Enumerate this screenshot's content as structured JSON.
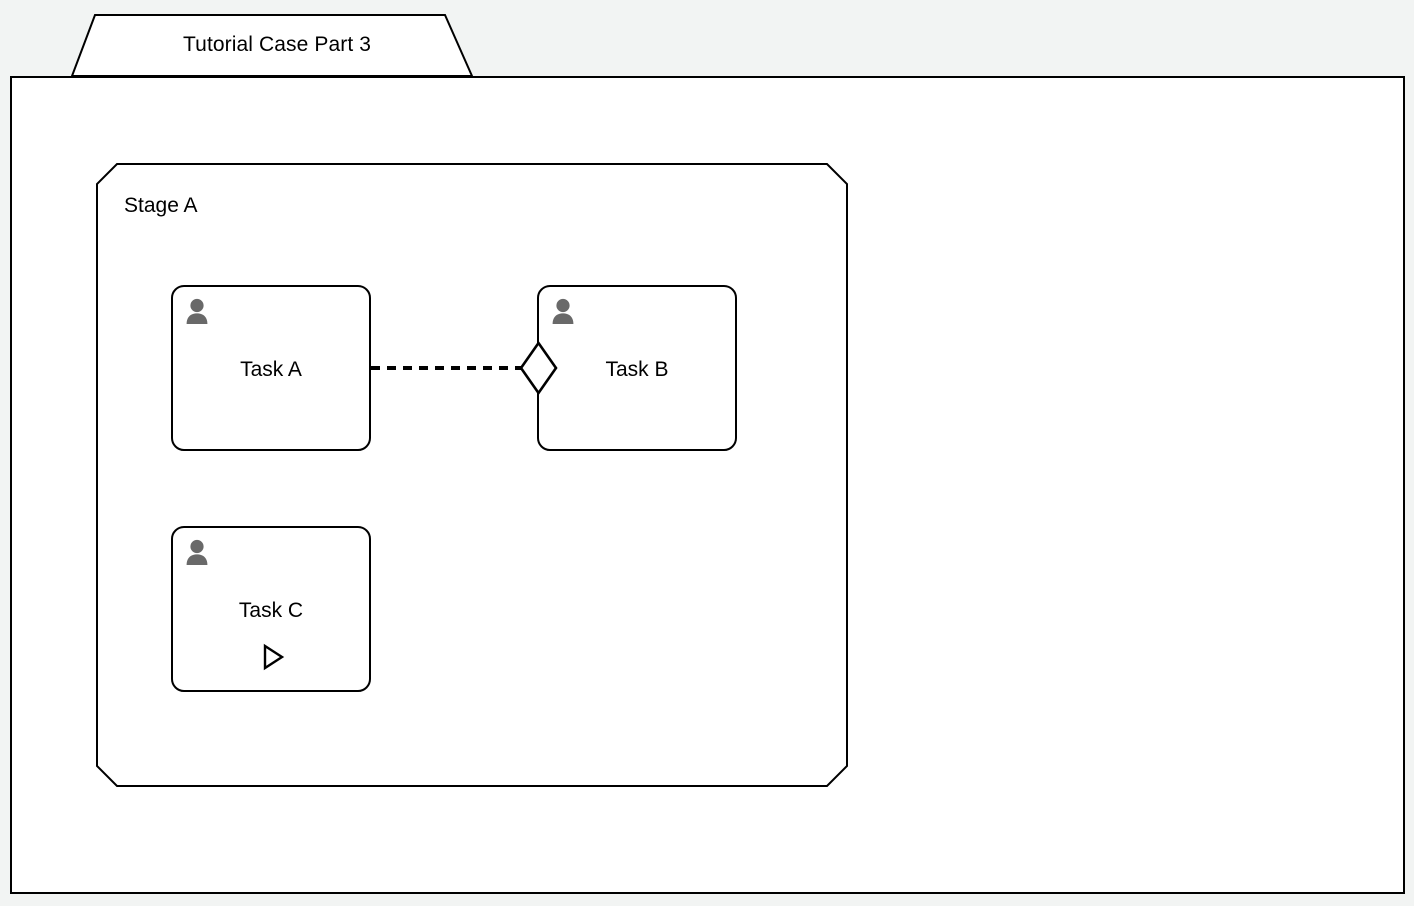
{
  "page": {
    "background_color": "#f2f4f3",
    "frame_fill": "#ffffff",
    "stroke_color": "#000000",
    "icon_color": "#696969"
  },
  "tab": {
    "title": "Tutorial Case Part 3"
  },
  "stage": {
    "title": "Stage A"
  },
  "nodes": [
    {
      "id": "task-a",
      "label": "Task A",
      "role_icon": "person-icon",
      "marker_icon": null
    },
    {
      "id": "task-b",
      "label": "Task B",
      "role_icon": "person-icon",
      "marker_icon": null
    },
    {
      "id": "task-c",
      "label": "Task C",
      "role_icon": "person-icon",
      "marker_icon": "play-icon"
    }
  ],
  "connector": {
    "from": "Task A",
    "to": "Task B",
    "line_style": "dashed",
    "end_marker": "diamond-icon"
  }
}
